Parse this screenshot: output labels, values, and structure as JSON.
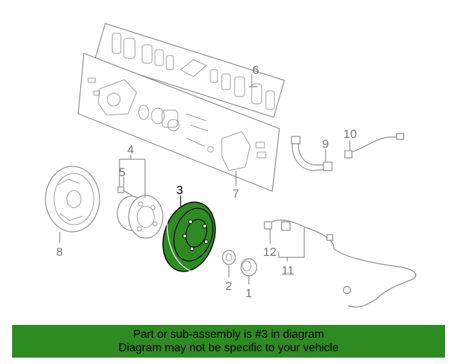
{
  "callouts": [
    {
      "id": "1",
      "label": "1"
    },
    {
      "id": "2",
      "label": "2"
    },
    {
      "id": "3",
      "label": "3",
      "highlighted": true
    },
    {
      "id": "4",
      "label": "4"
    },
    {
      "id": "5",
      "label": "5"
    },
    {
      "id": "6",
      "label": "6"
    },
    {
      "id": "7",
      "label": "7"
    },
    {
      "id": "8",
      "label": "8"
    },
    {
      "id": "9",
      "label": "9"
    },
    {
      "id": "10",
      "label": "10"
    },
    {
      "id": "11",
      "label": "11"
    },
    {
      "id": "12",
      "label": "12"
    }
  ],
  "banner": {
    "line1": "Part or sub-assembly is #3 in diagram",
    "line2": "Diagram may not be specific to your vehicle"
  },
  "colors": {
    "highlight": "#2e8b22",
    "linework": "#8a8a8a",
    "background": "#ffffff"
  }
}
